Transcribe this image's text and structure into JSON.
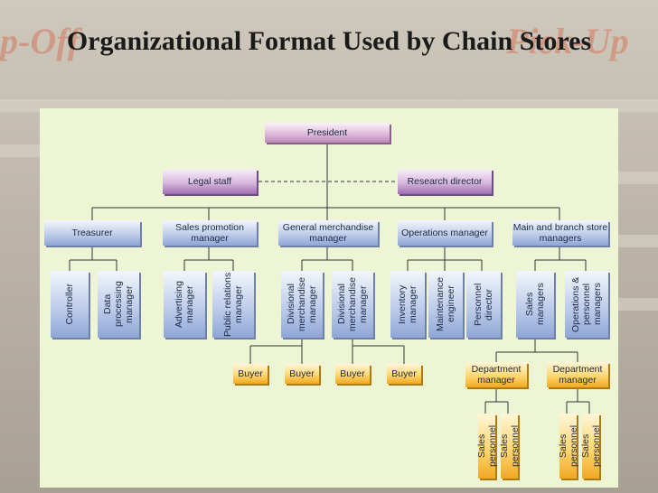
{
  "title": "Organizational Format Used by Chain Stores",
  "chart": {
    "top": "President",
    "staff": [
      "Legal staff",
      "Research director"
    ],
    "level2": [
      "Treasurer",
      "Sales promotion manager",
      "General merchandise manager",
      "Operations manager",
      "Main and branch store managers"
    ],
    "level3": [
      "Controller",
      "Data processing manager",
      "Advertising manager",
      "Public relations manager",
      "Divisional merchandise manager",
      "Divisional merchandise manager",
      "Inventory manager",
      "Maintenance engineer",
      "Personnel director",
      "Sales managers",
      "Operations & personnel managers"
    ],
    "buyers": [
      "Buyer",
      "Buyer",
      "Buyer",
      "Buyer"
    ],
    "dept": [
      "Department manager",
      "Department manager"
    ],
    "sales": [
      "Sales personnel",
      "Sales personnel",
      "Sales personnel",
      "Sales personnel"
    ]
  },
  "colors": {
    "panel": "#eef5d4",
    "blue": "#8fa6d6",
    "purple": "#9f6eb2",
    "orange": "#f0a922"
  }
}
